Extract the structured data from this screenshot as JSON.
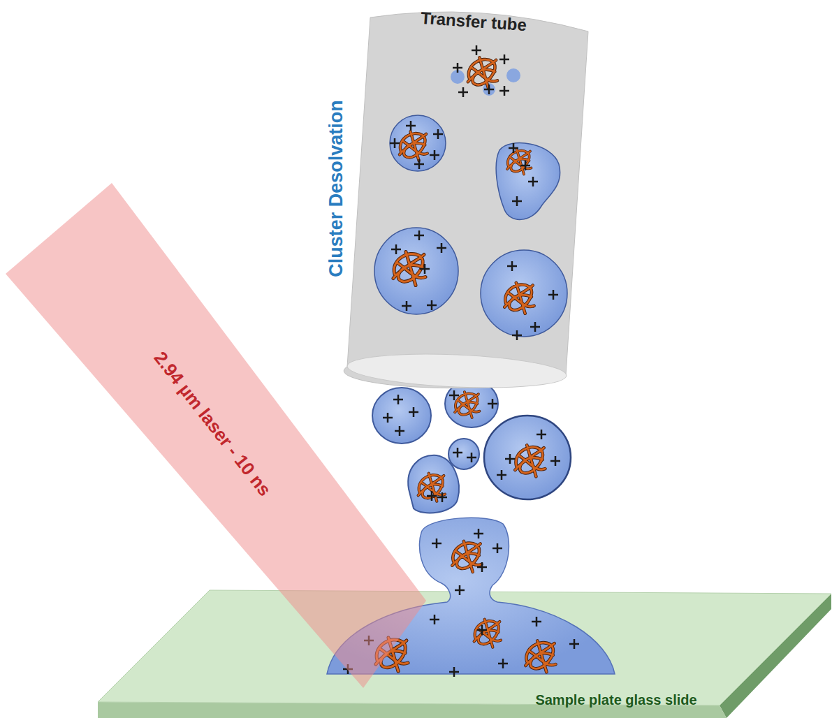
{
  "diagram": {
    "nodes": [
      {
        "text": [
          "Transfer tube"
        ]
      }
    ],
    "labels": [
      "Cluster Desolvation",
      "2.94 µm laser - 10 ns",
      "Sample plate glass slide"
    ]
  }
}
